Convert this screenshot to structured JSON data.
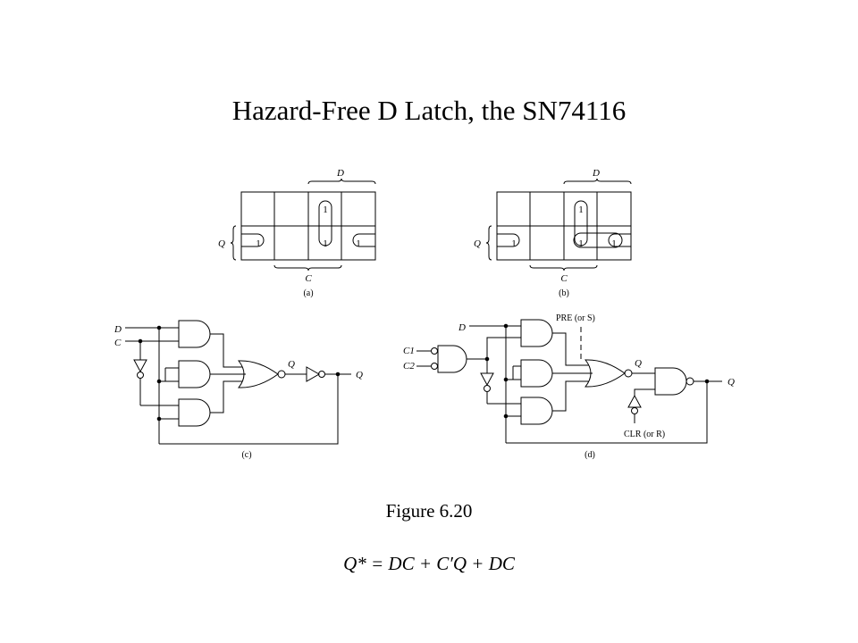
{
  "title": "Hazard-Free D Latch, the SN74116",
  "caption": "Figure 6.20",
  "equation": "Q* = DC + C′Q + DC",
  "map_a": {
    "sublabel": "(a)",
    "var_top": "D",
    "var_side": "Q",
    "var_bottom": "C",
    "ones": [
      "1",
      "1",
      "1",
      "1"
    ]
  },
  "map_b": {
    "sublabel": "(b)",
    "var_top": "D",
    "var_side": "Q",
    "var_bottom": "C",
    "ones": [
      "1",
      "1",
      "1",
      "1"
    ]
  },
  "circuit_c": {
    "sublabel": "(c)",
    "input_d": "D",
    "input_c": "C",
    "internal_q": "Q",
    "output_q": "Q"
  },
  "circuit_d": {
    "sublabel": "(d)",
    "input_d": "D",
    "input_c1": "C1",
    "input_c2": "C2",
    "pre_label": "PRE (or S)",
    "clr_label": "CLR (or R)",
    "internal_q": "Q",
    "output_q": "Q"
  }
}
